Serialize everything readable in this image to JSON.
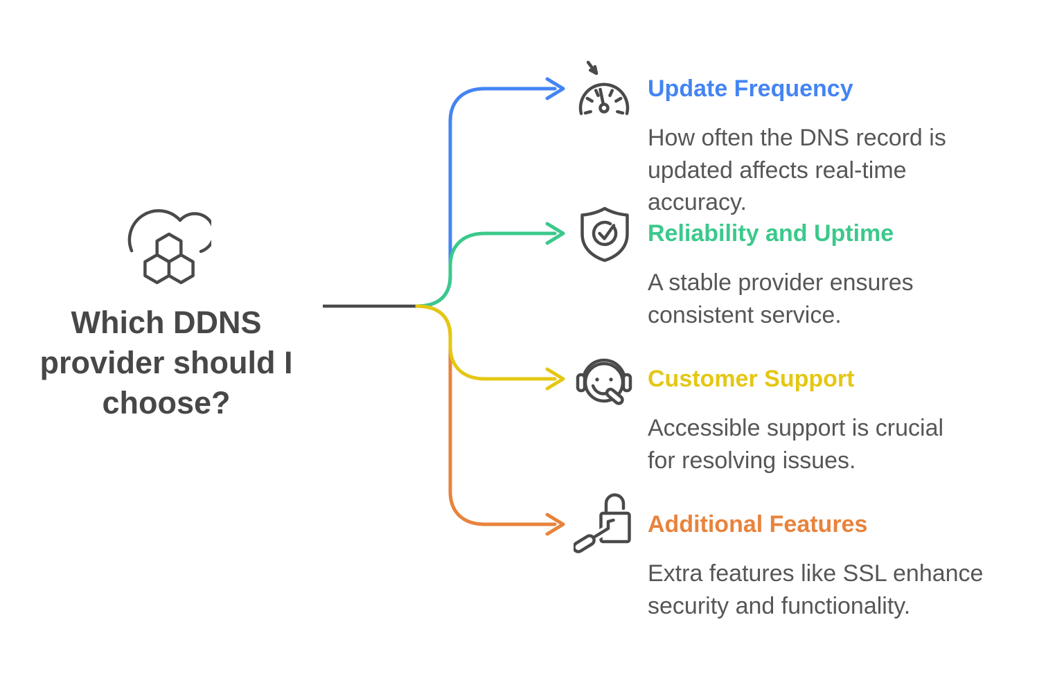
{
  "page": {
    "background": "#FFFFFF"
  },
  "root": {
    "title": "Which DDNS provider should I choose?",
    "icon": "cloud-hexagons-icon",
    "text_color": "#474747",
    "stem_color": "#4A4A4A"
  },
  "icon_stroke_color": "#4A4A4A",
  "body_text_color": "#565656",
  "branches": [
    {
      "label": "Update Frequency",
      "description": "How often the DNS record is updated affects real-time accuracy.",
      "color": "#4484F3",
      "icon": "speedometer-arrow-icon"
    },
    {
      "label": "Reliability and Uptime",
      "description": "A stable provider ensures consistent service.",
      "color": "#3BC98B",
      "icon": "shield-check-icon"
    },
    {
      "label": "Customer Support",
      "description": "Accessible support is crucial for resolving issues.",
      "color": "#E4C713",
      "icon": "headset-agent-icon"
    },
    {
      "label": "Additional Features",
      "description": "Extra features like SSL enhance security and functionality.",
      "color": "#E8833C",
      "icon": "lock-key-icon"
    }
  ]
}
